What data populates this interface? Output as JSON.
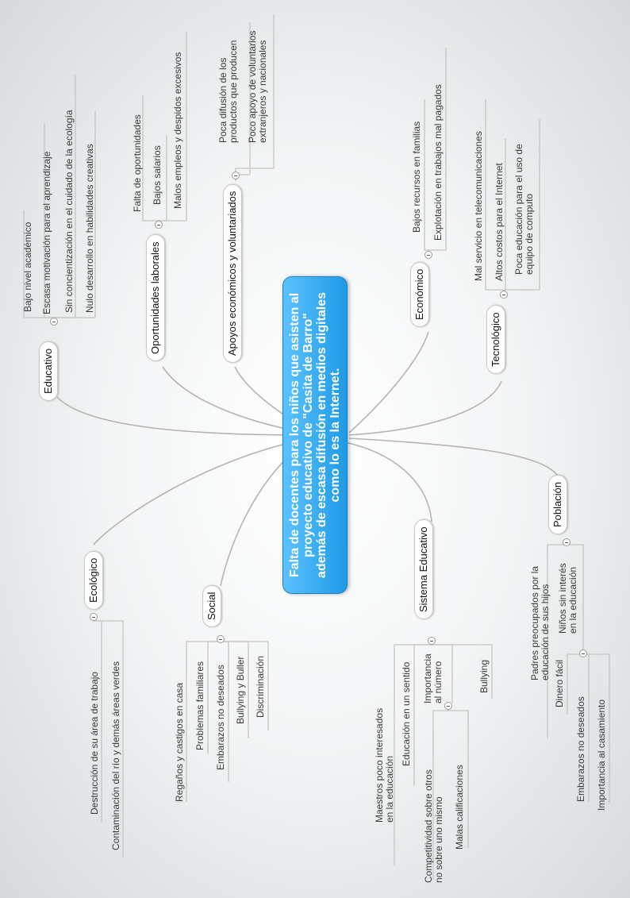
{
  "root": {
    "title": "Falta de docentes para los niños que asisten al proyecto educativo de \"Casita de Barro\" además de escasa difusión en medios digitales como lo es la Internet."
  },
  "colors": {
    "root_fill": "#2aa8f2",
    "link": "#b4b4b4"
  },
  "topics": [
    {
      "id": "educativo",
      "label": "Educativo",
      "icon": "collapse-icon",
      "items": [
        "Bajo nivel académico",
        "Escasa motivación para el aprendizaje",
        "Sin concientización en el cuidado de la ecología",
        "Nulo desarrollo en habilidades creativas"
      ]
    },
    {
      "id": "oportunidades",
      "label": "Oportunidades laborales",
      "icon": "collapse-icon",
      "items": [
        "Falta de oportunidades",
        "Bajos salarios",
        "Malos empleos y despidos excesivos"
      ]
    },
    {
      "id": "apoyos",
      "label": "Apoyos económicos y voluntariados",
      "icon": "collapse-icon",
      "items": [
        [
          "Poca difusión de los",
          "productos que producen"
        ],
        [
          "Poco apoyo de voluntarios",
          "extranjeros y nacionales"
        ]
      ]
    },
    {
      "id": "economico",
      "label": "Económico",
      "icon": "collapse-icon",
      "items": [
        "Bajos recursos en familias",
        "Explotación en trabajos mal pagados"
      ]
    },
    {
      "id": "tecnologico",
      "label": "Tecnológico",
      "icon": "collapse-icon",
      "items": [
        "Mal servicio en telecomunicaciones",
        "Altos costos para el Internet",
        [
          "Poca educación para el uso de",
          "equipo de computo"
        ]
      ]
    },
    {
      "id": "ecologico",
      "label": "Ecológico",
      "icon": "collapse-icon",
      "items": [
        "Destrucción de su área de trabajo",
        "Contaminación del río y demás áreas verdes"
      ]
    },
    {
      "id": "social",
      "label": "Social",
      "icon": "collapse-icon",
      "items": [
        "Regaños y castigos en casa",
        "Problemas familiares",
        "Embarazos no deseados",
        "Bullying y Buller",
        "Discriminación"
      ]
    },
    {
      "id": "sistema",
      "label": "Sistema Educativo",
      "icon": "collapse-icon",
      "items": [
        [
          "Maestros poco interesados",
          "en la educación"
        ],
        "Educación en un sentido",
        [
          "Importancia",
          "al número"
        ],
        "Bullying"
      ],
      "sub": {
        "label": [
          "Importancia",
          "al número"
        ],
        "icon": "collapse-icon",
        "items": [
          [
            "Competitividad sobre otros",
            "no sobre uno mismo"
          ],
          "Malas calificaciones"
        ]
      }
    },
    {
      "id": "poblacion",
      "label": "Población",
      "icon": "collapse-icon",
      "items": [
        [
          "Padres preocupados por la",
          "educación de sus hijos"
        ],
        [
          "Niños sin interés",
          "en la educación"
        ]
      ],
      "sub": {
        "label": [
          "Niños sin interés",
          "en la educación"
        ],
        "icon": "collapse-icon",
        "items": [
          "Dinero fácil",
          "Embarazos no deseados",
          "Importancia al casamiento"
        ]
      }
    }
  ]
}
